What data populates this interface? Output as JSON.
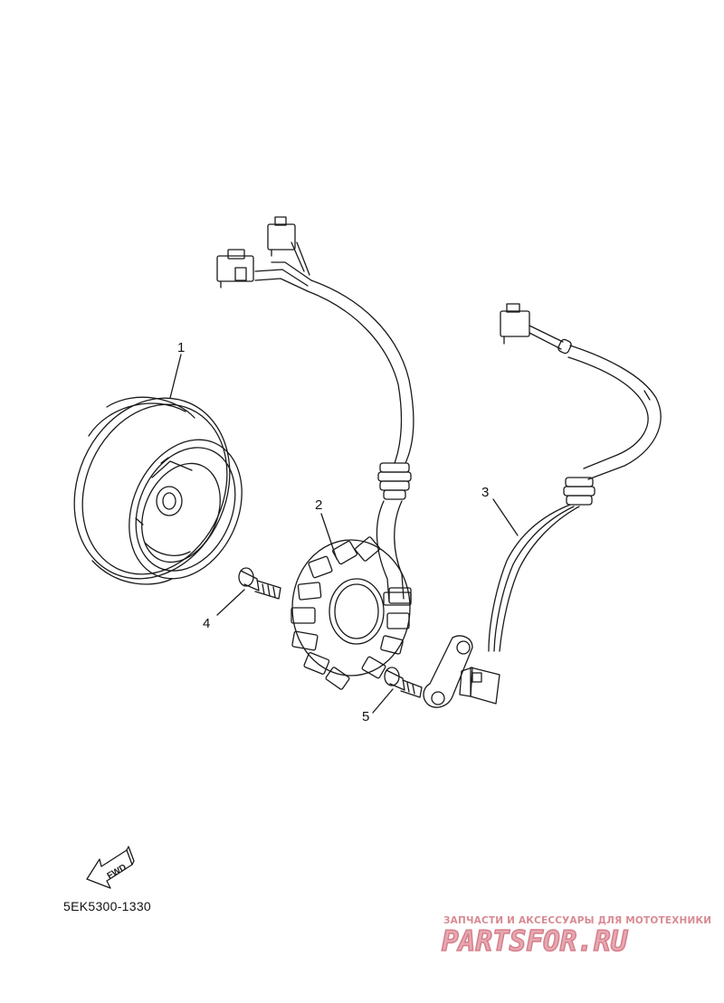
{
  "callouts": [
    "1",
    "2",
    "3",
    "4",
    "5"
  ],
  "fwd_label": "FWD",
  "part_code": "5EK5300-1330",
  "watermark": {
    "tagline": "ЗАПЧАСТИ И АКСЕССУАРЫ ДЛЯ МОТОТЕХНИКИ",
    "logo": "PARTSFOR.RU"
  },
  "colors": {
    "line": "#1a1a1a",
    "watermark": "#e6a8b0"
  }
}
